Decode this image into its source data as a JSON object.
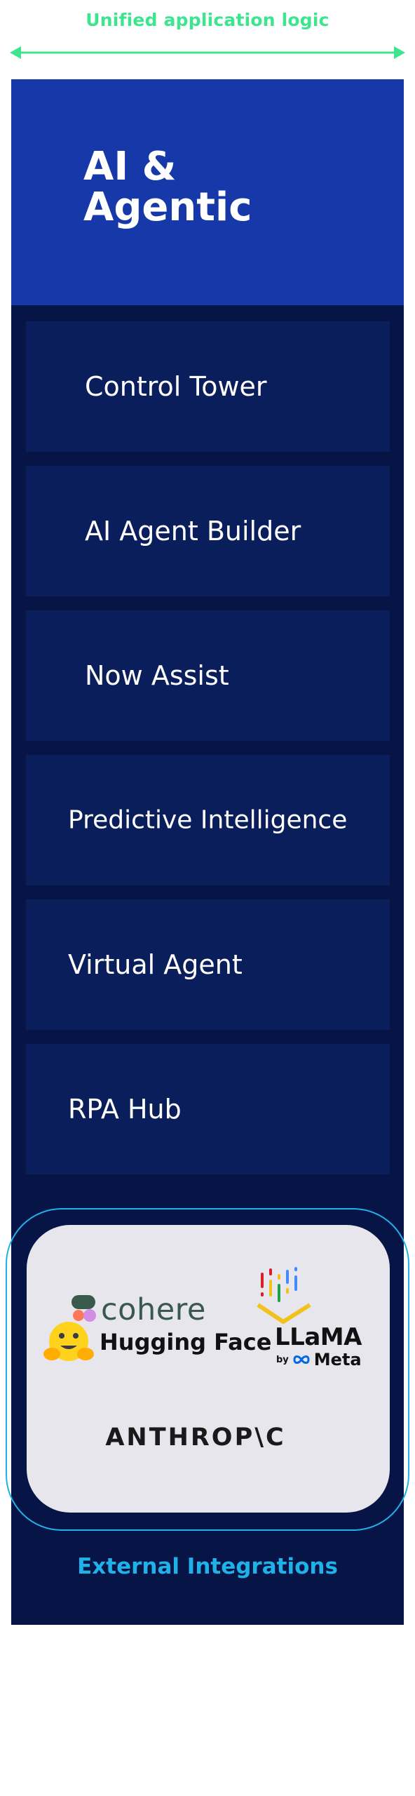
{
  "top_label": "Unified application logic",
  "header": {
    "title": "AI &\nAgentic"
  },
  "tiles": [
    {
      "label": "Control Tower"
    },
    {
      "label": "AI Agent Builder"
    },
    {
      "label": "Now Assist"
    },
    {
      "label": "Predictive Intelligence"
    },
    {
      "label": "Virtual Agent"
    },
    {
      "label": "RPA Hub"
    }
  ],
  "integrations": {
    "label": "External Integrations",
    "logos": {
      "cohere": "cohere",
      "hugging_face": "Hugging Face",
      "llama": "LLaMA",
      "llama_by": "by",
      "meta": "Meta",
      "anthropic": "ANTHROP\\C"
    },
    "icons": [
      "cohere-logo-icon",
      "ibm-watsonx-icon",
      "hugging-face-emoji-icon",
      "meta-infinity-icon"
    ]
  },
  "colors": {
    "accent_green": "#3ee58f",
    "header_blue": "#1638a8",
    "column_navy": "#071446",
    "tile_navy": "#0b1e5c",
    "integration_cyan": "#1fb1e8",
    "panel_gray": "#e6e6ec"
  }
}
